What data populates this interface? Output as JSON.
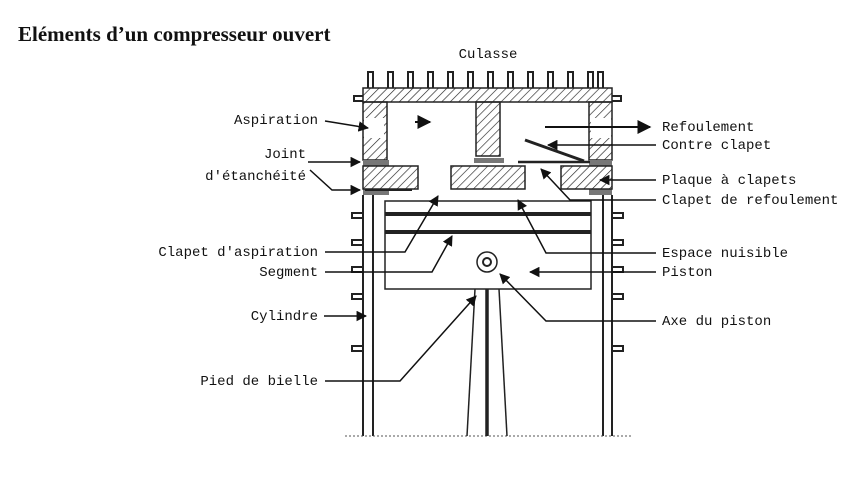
{
  "title": "Eléments d’un compresseur ouvert",
  "labels": {
    "culasse": "Culasse",
    "aspiration": "Aspiration",
    "joint_1": "Joint",
    "joint_2": "d'étanchéité",
    "clapet_aspiration": "Clapet d'aspiration",
    "segment": "Segment",
    "cylindre": "Cylindre",
    "pied_bielle": "Pied de bielle",
    "refoulement": "Refoulement",
    "contre_clapet": "Contre clapet",
    "plaque_clapets": "Plaque à clapets",
    "clapet_refoulement": "Clapet de refoulement",
    "espace_nuisible": "Espace nuisible",
    "piston": "Piston",
    "axe_piston": "Axe du piston"
  }
}
